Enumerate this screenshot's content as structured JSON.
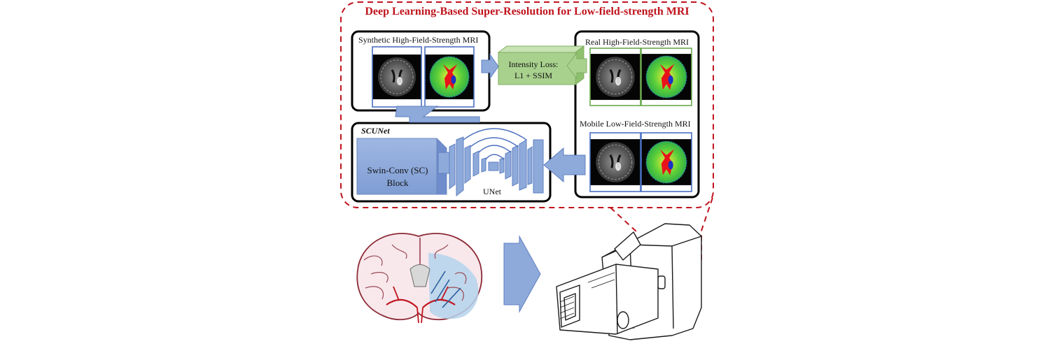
{
  "title": "Deep Learning-Based Super-Resolution for Low-field-strength MRI",
  "panels": {
    "synthetic": {
      "label": "Synthetic High-Field-Strength MRI"
    },
    "real": {
      "label": "Real High-Field-Strength MRI"
    },
    "mobile": {
      "label": "Mobile Low-Field-Strength MRI"
    }
  },
  "loss": {
    "line1": "Intensity Loss:",
    "line2": "L1 + SSIM"
  },
  "scunet": {
    "title": "SCUNet",
    "block_line1": "Swin-Conv (SC)",
    "block_line2": "Block",
    "unet_label": "UNet"
  },
  "colors": {
    "accent_red": "#c0141d",
    "arrow_blue": "#8eaadb",
    "loss_green": "#a9d18e",
    "frame_blue": "#4a6fc1",
    "frame_green": "#6aa84f"
  },
  "icons": {
    "brain": "coronal-brain-section-icon",
    "scanner": "mobile-mri-scanner-icon"
  }
}
